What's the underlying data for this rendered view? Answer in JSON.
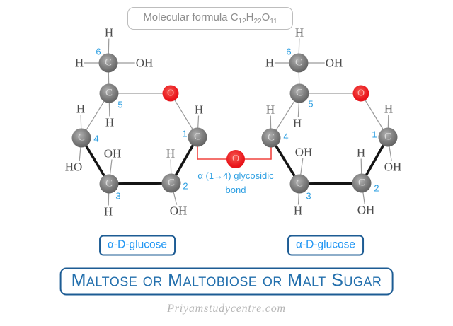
{
  "formula_box": {
    "prefix": "Molecular formula C",
    "c_sub": "12",
    "h": "H",
    "h_sub": "22",
    "o": "O",
    "o_sub": "11"
  },
  "glycosidic": {
    "line1": "α (1→4) glycosidic",
    "line2": "bond"
  },
  "unit_labels": {
    "left": "α-D-glucose",
    "right": "α-D-glucose"
  },
  "title": "Maltose or Maltobiose or Malt Sugar",
  "watermark": "Priyamstudycentre.com",
  "colors": {
    "carbon": "#6f6f6f",
    "carbon_text": "#d9d9d9",
    "oxygen": "#ea161c",
    "oxygen_text": "#ffb0ab",
    "bond": "#9a9a9a",
    "bond_bold": "#141414",
    "bond_red": "#f0433f",
    "number_blue": "#2d9fe2",
    "label_gray": "#4c4c4c",
    "box_border": "#1d5c94",
    "box_text": "#2196f3",
    "title_text": "#2470ad",
    "formula_text": "#8e8e8e",
    "formula_border": "#bdbdbd",
    "watermark_gray": "#b5b5b5"
  },
  "molecule": {
    "atoms": [
      [
        153,
        89,
        "C",
        27
      ],
      [
        154,
        132,
        "C",
        27
      ],
      [
        115,
        195,
        "C",
        27
      ],
      [
        154,
        260,
        "C",
        27
      ],
      [
        242,
        259,
        "C",
        27
      ],
      [
        279,
        194,
        "C",
        27
      ],
      [
        241,
        132,
        "O",
        23
      ],
      [
        422,
        89,
        "C",
        27
      ],
      [
        423,
        132,
        "C",
        27
      ],
      [
        383,
        195,
        "C",
        27
      ],
      [
        423,
        260,
        "C",
        27
      ],
      [
        511,
        259,
        "C",
        27
      ],
      [
        548,
        194,
        "C",
        27
      ],
      [
        510,
        132,
        "O",
        23
      ],
      [
        333,
        225,
        "O",
        26
      ]
    ],
    "labels": [
      [
        154,
        46,
        "H"
      ],
      [
        112,
        89,
        "H"
      ],
      [
        204,
        89,
        "OH"
      ],
      [
        155,
        173,
        "H"
      ],
      [
        114,
        154,
        "H"
      ],
      [
        104,
        236,
        "HO"
      ],
      [
        159,
        217,
        "OH"
      ],
      [
        153,
        299,
        "H"
      ],
      [
        241,
        217,
        "H"
      ],
      [
        252,
        298,
        "OH"
      ],
      [
        281,
        155,
        "H"
      ],
      [
        423,
        46,
        "H"
      ],
      [
        381,
        89,
        "H"
      ],
      [
        472,
        89,
        "OH"
      ],
      [
        420,
        174,
        "H"
      ],
      [
        382,
        155,
        "H"
      ],
      [
        429,
        215,
        "OH"
      ],
      [
        421,
        298,
        "H"
      ],
      [
        510,
        216,
        "H"
      ],
      [
        517,
        297,
        "OH"
      ],
      [
        549,
        154,
        "H"
      ],
      [
        555,
        236,
        "OH"
      ]
    ],
    "numbers": [
      [
        139,
        73,
        "6"
      ],
      [
        170,
        148,
        "5"
      ],
      [
        136,
        196,
        "4"
      ],
      [
        167,
        277,
        "3"
      ],
      [
        262,
        263,
        "2"
      ],
      [
        261,
        189,
        "1"
      ],
      [
        408,
        73,
        "6"
      ],
      [
        439,
        147,
        "5"
      ],
      [
        404,
        193,
        "4"
      ],
      [
        436,
        277,
        "3"
      ],
      [
        532,
        266,
        "2"
      ],
      [
        529,
        190,
        "1"
      ]
    ],
    "bonds": [
      [
        154,
        46,
        153,
        89,
        "t"
      ],
      [
        112,
        89,
        153,
        89,
        "t"
      ],
      [
        153,
        89,
        204,
        89,
        "t"
      ],
      [
        153,
        89,
        154,
        132,
        "t"
      ],
      [
        154,
        132,
        241,
        132,
        "t"
      ],
      [
        241,
        132,
        279,
        194,
        "t"
      ],
      [
        154,
        132,
        115,
        195,
        "t"
      ],
      [
        154,
        132,
        155,
        171,
        "t"
      ],
      [
        114,
        155,
        115,
        195,
        "t"
      ],
      [
        115,
        195,
        112,
        230,
        "t"
      ],
      [
        159,
        217,
        154,
        260,
        "t"
      ],
      [
        154,
        260,
        153,
        299,
        "t"
      ],
      [
        241,
        217,
        242,
        259,
        "t"
      ],
      [
        242,
        259,
        251,
        295,
        "t"
      ],
      [
        281,
        155,
        279,
        194,
        "t"
      ],
      [
        115,
        195,
        154,
        260,
        "k"
      ],
      [
        154,
        260,
        242,
        259,
        "k"
      ],
      [
        242,
        259,
        279,
        194,
        "k"
      ],
      [
        423,
        46,
        422,
        89,
        "t"
      ],
      [
        381,
        89,
        422,
        89,
        "t"
      ],
      [
        422,
        89,
        472,
        89,
        "t"
      ],
      [
        422,
        89,
        423,
        132,
        "t"
      ],
      [
        423,
        132,
        510,
        132,
        "t"
      ],
      [
        510,
        132,
        548,
        194,
        "t"
      ],
      [
        423,
        132,
        383,
        195,
        "t"
      ],
      [
        423,
        132,
        421,
        172,
        "t"
      ],
      [
        382,
        155,
        383,
        195,
        "t"
      ],
      [
        429,
        215,
        423,
        260,
        "t"
      ],
      [
        423,
        260,
        421,
        298,
        "t"
      ],
      [
        510,
        217,
        511,
        259,
        "t"
      ],
      [
        511,
        259,
        516,
        294,
        "t"
      ],
      [
        549,
        154,
        548,
        194,
        "t"
      ],
      [
        548,
        194,
        554,
        233,
        "t"
      ],
      [
        383,
        195,
        423,
        260,
        "k"
      ],
      [
        423,
        260,
        511,
        259,
        "k"
      ],
      [
        511,
        259,
        548,
        194,
        "k"
      ],
      [
        279,
        194,
        279,
        225,
        "r"
      ],
      [
        279,
        225,
        333,
        225,
        "r"
      ],
      [
        333,
        225,
        383,
        225,
        "r"
      ],
      [
        383,
        225,
        383,
        195,
        "r"
      ]
    ]
  }
}
